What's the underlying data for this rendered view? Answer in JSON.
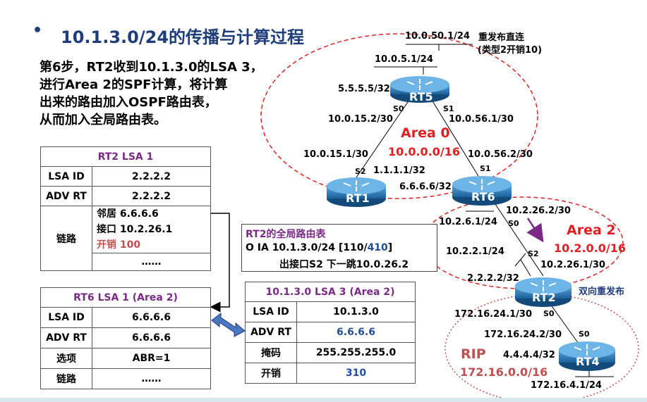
{
  "title": "10.1.3.0/24的传播与计算过程",
  "description": [
    "第6步，RT2收到10.1.3.0的LSA 3，",
    "进行Area 2的SPF计算，将计算",
    "出来的路由加入OSPF路由表，",
    "从而加入全局路由表。"
  ],
  "rt2_lsa1": {
    "header": "RT2 LSA 1",
    "rows": [
      {
        "key": "LSA ID",
        "value": "2.2.2.2"
      },
      {
        "key": "ADV RT",
        "value": "2.2.2.2"
      }
    ],
    "link_key": "链路",
    "links": [
      "邻居  6.6.6.6",
      "接口 10.2.26.1",
      "开销 100",
      "……"
    ]
  },
  "rt6_lsa1": {
    "header": "RT6 LSA 1 (Area 2)",
    "rows": [
      {
        "key": "LSA ID",
        "value": "6.6.6.6"
      },
      {
        "key": "ADV RT",
        "value": "6.6.6.6"
      },
      {
        "key": "选项",
        "value": "ABR=1"
      },
      {
        "key": "链路",
        "value": "……"
      }
    ]
  },
  "lsa3": {
    "header": "10.1.3.0  LSA 3 (Area 2)",
    "rows": [
      {
        "key": "LSA ID",
        "value": "10.1.3.0"
      },
      {
        "key": "ADV RT",
        "value": "6.6.6.6"
      },
      {
        "key": "掩码",
        "value": "255.255.255.0"
      },
      {
        "key": "开销",
        "value": "310"
      }
    ]
  },
  "routing_table": {
    "title": "RT2的全局路由表",
    "entry_prefix": "O IA 10.1.3.0/24  [110/",
    "entry_metric": "410",
    "entry_suffix": "]",
    "next_hop": "出接口S2  下一跳10.0.26.2"
  },
  "routers": {
    "rt5": "RT5",
    "rt1": "RT1",
    "rt6": "RT6",
    "rt2": "RT2",
    "rt4": "RT4"
  },
  "areas": {
    "area0_name": "Area 0",
    "area0_net": "10.0.0.0/16",
    "area2_name": "Area 2",
    "area2_net": "10.2.0.0/16",
    "rip_name": "RIP",
    "rip_net": "172.16.0.0/16"
  },
  "labels": {
    "n_10_0_50_1": "10.0.50.1/24",
    "redistribute": "重发布直连",
    "redistribute_type": "(类型2开销10)",
    "n_10_0_5_1": "10.0.5.1/24",
    "n_5555": "5.5.5.5/32",
    "rt5_s0": "S0",
    "rt5_s1": "S1",
    "n_10_0_15_2": "10.0.15.2/30",
    "n_10_0_56_1": "10.0.56.1/30",
    "n_10_0_15_1": "10.0.15.1/30",
    "n_10_0_56_2": "10.0.56.2/30",
    "rt1_s2": "S2",
    "n_1111": "1.1.1.1/32",
    "rt6_s1": "S1",
    "n_6666": "6.6.6.6/32",
    "n_10_2_26_2": "10.2.26.2/30",
    "n_10_2_6_1": "10.2.6.1/24",
    "rt6_s0": "S0",
    "n_10_2_2_1": "10.2.2.1/24",
    "rt2_s2": "S2",
    "n_10_2_26_1": "10.2.26.1/30",
    "n_2222": "2.2.2.2/32",
    "bidirectional": "双向重发布",
    "rt2_s0": "S0",
    "n_172_16_24_1": "172.16.24.1/30",
    "n_172_16_24_2": "172.16.24.2/30",
    "rt4_s0": "S0",
    "n_4444": "4.4.4.4/32",
    "n_172_16_4_1": "172.16.4.1/24"
  },
  "colors": {
    "title": "#1f3d7a",
    "area_red": "#e02020",
    "rip_red": "#c0504d",
    "purple": "#7a2a86",
    "blue_value": "#1f4e9a",
    "router_blue": "#1f6fb2"
  }
}
